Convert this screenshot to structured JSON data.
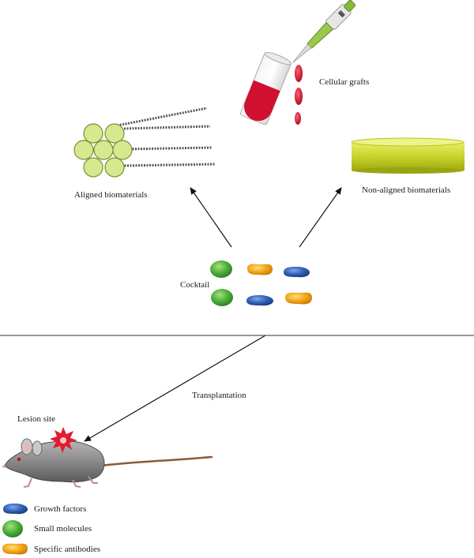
{
  "labels": {
    "cellular_grafts": "Cellular grafts",
    "aligned": "Aligned biomaterials",
    "non_aligned": "Non-aligned biomaterials",
    "cocktail": "Cocktail",
    "transplantation": "Transplantation",
    "lesion_site": "Lesion site"
  },
  "legend": [
    {
      "label": "Growth factors",
      "color": "#2f5fb5",
      "shape": "blue-bean"
    },
    {
      "label": "Small molecules",
      "color": "#4cae3a",
      "shape": "green-sphere"
    },
    {
      "label": "Specific antibodies",
      "color": "#f2a516",
      "shape": "orange-bean"
    }
  ],
  "colors": {
    "fiber_fill": "#d6e98e",
    "scaffold": "#c8d42a",
    "blood": "#d01030",
    "pipette": "#8ab83a",
    "lesion": "#e01d2f"
  }
}
